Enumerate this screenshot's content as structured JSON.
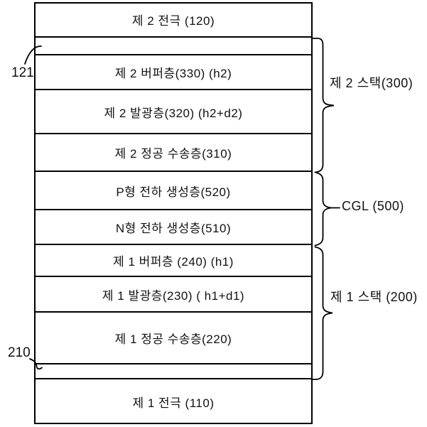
{
  "figure": {
    "background": "#ffffff",
    "line_color": "#000000",
    "text_color": "#111111",
    "layers": [
      {
        "id": "electrode-2",
        "label": "제 2 전극 (120)"
      },
      {
        "id": "spacer-121",
        "label": ""
      },
      {
        "id": "buffer-2",
        "label": "제 2 버퍼층(330) (h2)"
      },
      {
        "id": "emission-2",
        "label": "제 2 발광층(320) (h2+d2)"
      },
      {
        "id": "hole-transport-2",
        "label": "제 2 정공 수송층(310)"
      },
      {
        "id": "p-type-cgl",
        "label": "P형 전하 생성층(520)"
      },
      {
        "id": "n-type-cgl",
        "label": "N형 전하 생성층(510)"
      },
      {
        "id": "buffer-1",
        "label": "제 1 버퍼층 (240) (h1)"
      },
      {
        "id": "emission-1",
        "label": "제 1 발광층(230) ( h1+d1)"
      },
      {
        "id": "hole-transport-1",
        "label": "제 1 정공 수송층(220)"
      },
      {
        "id": "spacer-210",
        "label": ""
      },
      {
        "id": "electrode-1",
        "label": "제 1 전극 (110)"
      }
    ],
    "left_refs": [
      {
        "id": "ref-121",
        "label": "121"
      },
      {
        "id": "ref-210",
        "label": "210"
      }
    ],
    "right_groups": [
      {
        "id": "stack-2",
        "label": "제 2 스택(300)"
      },
      {
        "id": "cgl",
        "label": "CGL (500)"
      },
      {
        "id": "stack-1",
        "label": "제 1 스택 (200)"
      }
    ]
  }
}
